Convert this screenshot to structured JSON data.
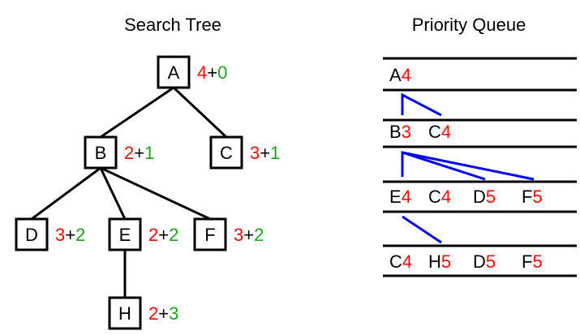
{
  "tree": {
    "title": "Search Tree",
    "nodes": [
      {
        "id": "A",
        "label": "A",
        "h": "4",
        "plus": "+",
        "g": "0"
      },
      {
        "id": "B",
        "label": "B",
        "h": "2",
        "plus": "+",
        "g": "1"
      },
      {
        "id": "C",
        "label": "C",
        "h": "3",
        "plus": "+",
        "g": "1"
      },
      {
        "id": "D",
        "label": "D",
        "h": "3",
        "plus": "+",
        "g": "2"
      },
      {
        "id": "E",
        "label": "E",
        "h": "2",
        "plus": "+",
        "g": "2"
      },
      {
        "id": "F",
        "label": "F",
        "h": "3",
        "plus": "+",
        "g": "2"
      },
      {
        "id": "H",
        "label": "H",
        "h": "2",
        "plus": "+",
        "g": "3"
      }
    ],
    "edges": [
      [
        "A",
        "B"
      ],
      [
        "A",
        "C"
      ],
      [
        "B",
        "D"
      ],
      [
        "B",
        "E"
      ],
      [
        "B",
        "F"
      ],
      [
        "E",
        "H"
      ]
    ]
  },
  "queue": {
    "title": "Priority Queue",
    "rows": [
      [
        {
          "letter": "A",
          "value": "4"
        }
      ],
      [
        {
          "letter": "B",
          "value": "3"
        },
        {
          "letter": "C",
          "value": "4"
        }
      ],
      [
        {
          "letter": "E",
          "value": "4"
        },
        {
          "letter": "C",
          "value": "4"
        },
        {
          "letter": "D",
          "value": "5"
        },
        {
          "letter": "F",
          "value": "5"
        }
      ],
      [
        {
          "letter": "C",
          "value": "4"
        },
        {
          "letter": "H",
          "value": "5"
        },
        {
          "letter": "D",
          "value": "5"
        },
        {
          "letter": "F",
          "value": "5"
        }
      ]
    ]
  },
  "colors": {
    "heuristic": "#ff0000",
    "cost": "#1aa31a",
    "connector": "#0000ff",
    "ink": "#000000"
  }
}
